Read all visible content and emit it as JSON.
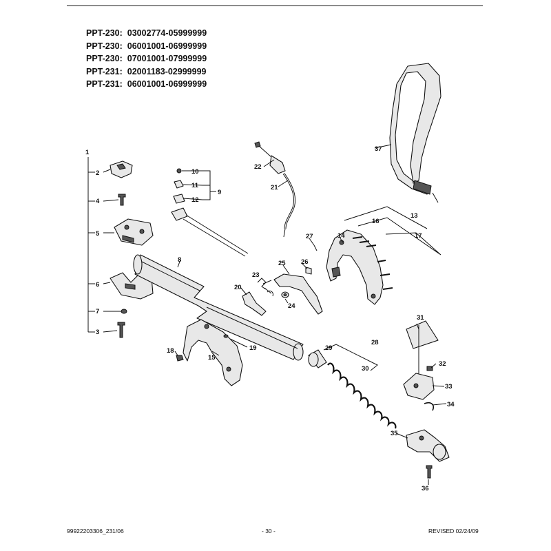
{
  "models": [
    {
      "model": "PPT-230:",
      "serial": "03002774-05999999"
    },
    {
      "model": "PPT-230:",
      "serial": "06001001-06999999"
    },
    {
      "model": "PPT-230:",
      "serial": "07001001-07999999"
    },
    {
      "model": "PPT-231:",
      "serial": "02001183-02999999"
    },
    {
      "model": "PPT-231:",
      "serial": "06001001-06999999"
    }
  ],
  "callouts": {
    "c1": "1",
    "c2": "2",
    "c3": "3",
    "c4": "4",
    "c5": "5",
    "c6": "6",
    "c7": "7",
    "c8": "8",
    "c9": "9",
    "c10": "10",
    "c11": "11",
    "c12": "12",
    "c13": "13",
    "c14": "14",
    "c15": "15",
    "c16": "16",
    "c17": "17",
    "c18": "18",
    "c19": "19",
    "c20": "20",
    "c21": "21",
    "c22": "22",
    "c23": "23",
    "c24": "24",
    "c25": "25",
    "c26": "26",
    "c27": "27",
    "c28": "28",
    "c29": "29",
    "c30": "30",
    "c31": "31",
    "c32": "32",
    "c33": "33",
    "c34": "34",
    "c35": "35",
    "c36": "36",
    "c37": "37"
  },
  "footer": {
    "doc_number": "99922203306_231/06",
    "page": "- 30 -",
    "revised": "REVISED 02/24/09"
  }
}
